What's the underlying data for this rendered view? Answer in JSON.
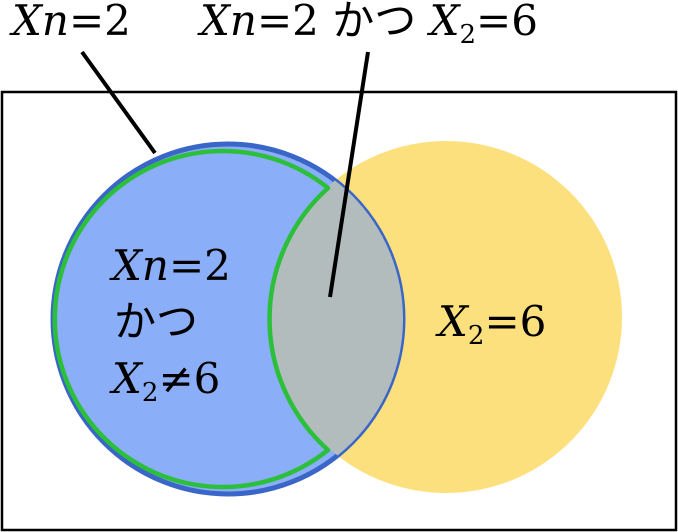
{
  "labels": {
    "top_left": {
      "var": "X",
      "sub_var": "n",
      "rest": "=2"
    },
    "top_center": {
      "var": "X",
      "sub_var": "n",
      "mid": "=2 かつ ",
      "var2": "X",
      "sub": "2",
      "rest2": "=6"
    },
    "left_region": {
      "line1_var": "X",
      "line1_sub_var": "n",
      "line1_rest": "=2",
      "line2": "かつ",
      "line3_var": "X",
      "line3_sub": "2",
      "line3_rest": "≠6"
    },
    "right_region": {
      "var": "X",
      "sub": "2",
      "rest": "=6"
    }
  },
  "colors": {
    "left_circle": "#8aaef7",
    "left_circle_stroke": "#3a66c8",
    "right_circle": "#fde07e",
    "intersection": "#b3bcbd",
    "highlight_outline": "#2bbf3a",
    "frame": "#000000"
  }
}
